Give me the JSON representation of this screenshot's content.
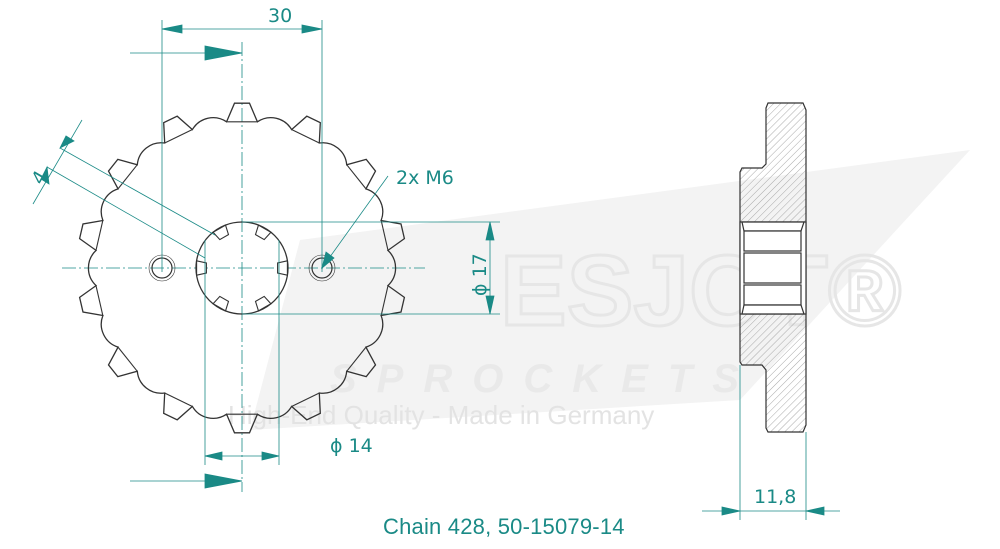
{
  "watermark": {
    "brand": "ESJOT®",
    "subtitle": "SPROCKETS",
    "tagline": "High-End Quality - Made in Germany"
  },
  "dimensions": {
    "hole_spacing": "30",
    "tooth_width": "4",
    "threads": "2x M6",
    "bore_outer": "ϕ 17",
    "bore_inner": "ϕ 14",
    "thickness": "11,8"
  },
  "caption": "Chain 428, 50-15079-14",
  "sprocket": {
    "teeth": 14
  },
  "colors": {
    "dimension": "#1a8a86",
    "outline": "#333333",
    "watermark": "#ececec"
  }
}
